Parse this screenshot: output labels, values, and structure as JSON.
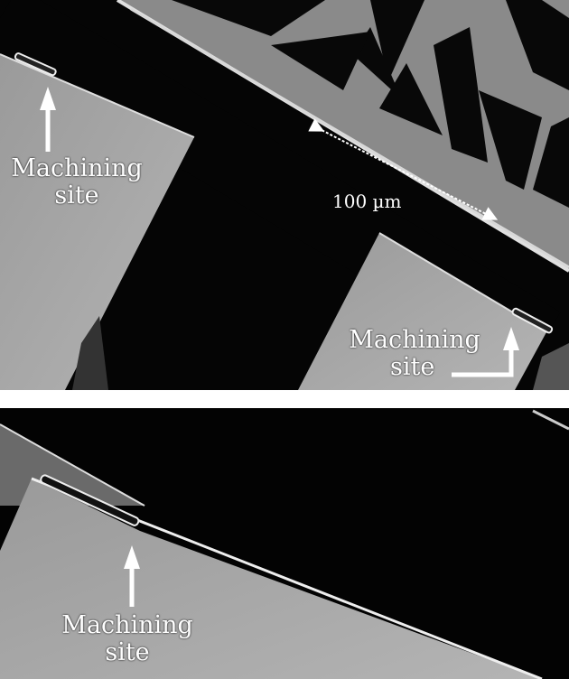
{
  "top_panel": {
    "label_left": {
      "line1": "Machining",
      "line2": "site"
    },
    "label_right": {
      "line1": "Machining",
      "line2": "site"
    },
    "scale_bar": "100 µm"
  },
  "bottom_panel": {
    "label": {
      "line1": "Machining",
      "line2": "site"
    }
  }
}
